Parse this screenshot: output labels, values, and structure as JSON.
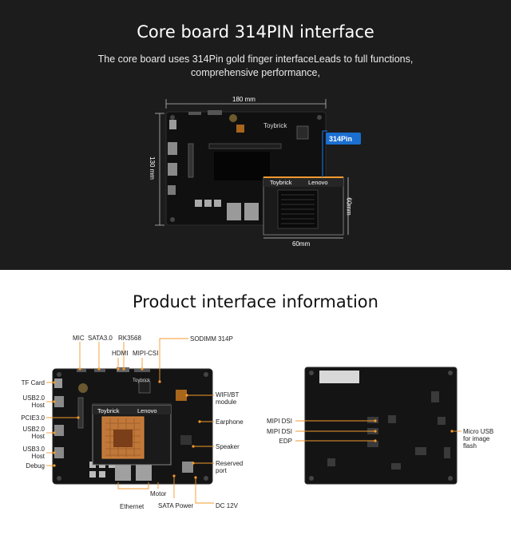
{
  "top": {
    "title": "Core board 314PIN interface",
    "subtitle_line1": "The core board uses 314Pin gold finger interfaceLeads to full functions,",
    "subtitle_line2": "comprehensive performance,",
    "dim_width": "180 mm",
    "dim_height": "130 mm",
    "core_width": "60mm",
    "core_height": "60mm",
    "pin_badge": "314Pin",
    "brand_left": "Toybrick",
    "brand_right": "Lenovo",
    "silk_logo": "Toybrick"
  },
  "bottom": {
    "title": "Product interface information",
    "labels": {
      "mic": "MIC",
      "sata30": "SATA3.0",
      "rk3568": "RK3568",
      "hdmi": "HDMI",
      "mipi_csi": "MIPI-CSI",
      "sodimm": "SODIMM 314P",
      "tf_card": "TF Card",
      "usb20_host_1_l1": "USB2.0",
      "usb20_host_1_l2": "Host",
      "pcie30": "PCIE3.0",
      "usb20_host_2_l1": "USB2.0",
      "usb20_host_2_l2": "Host",
      "usb30_host_l1": "USB3.0",
      "usb30_host_l2": "Host",
      "debug": "Debug",
      "wifi_bt_l1": "WIFI/BT",
      "wifi_bt_l2": "module",
      "earphone": "Earphone",
      "speaker": "Speaker",
      "reserved_l1": "Reserved",
      "reserved_l2": "port",
      "motor": "Motor",
      "ethernet": "Ethernet",
      "sata_power": "SATA Power",
      "dc12v": "DC 12V",
      "mipi_dsi_1": "MIPI DSI",
      "mipi_dsi_2": "MIPI DSI",
      "edp": "EDP",
      "micro_usb_l1": "Micro USB",
      "micro_usb_l2": "for image",
      "micro_usb_l3": "flash"
    },
    "brand_left": "Toybrick",
    "brand_right": "Lenovo",
    "silk_logo": "Toybrick"
  },
  "colors": {
    "dark_bg": "#1c1c1c",
    "accent_orange": "#f39a2e",
    "badge_blue": "#1a6fd0",
    "pcb": "#141414"
  }
}
